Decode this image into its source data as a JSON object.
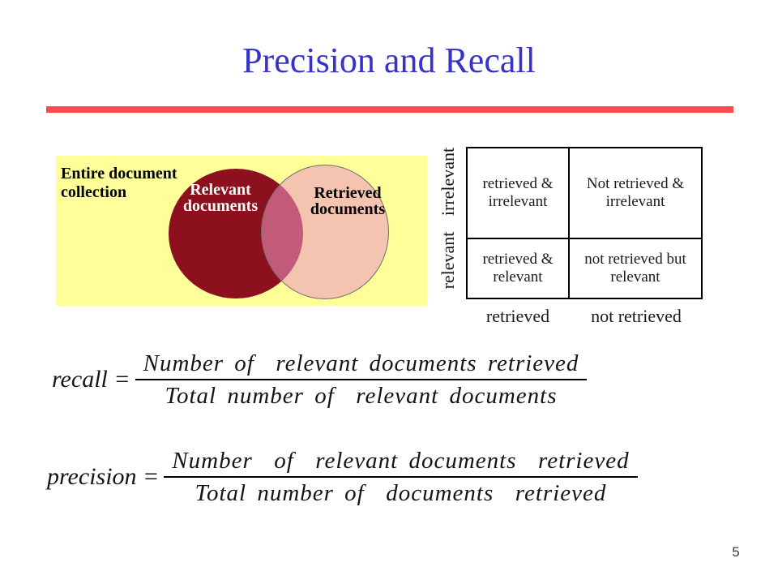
{
  "slide": {
    "title": "Precision and Recall",
    "page_number": "5"
  },
  "colors": {
    "title_text": "#3533CB",
    "title_rule": "#FB4B4D",
    "collection_background": "#FFFF99",
    "relevant_circle": "#8C101E",
    "retrieved_circle": "rgba(237,150,194,0.56)",
    "overlap_observed": "#C2617A"
  },
  "venn": {
    "collection_label": "Entire document\ncollection",
    "relevant_label": "Relevant\ndocuments",
    "retrieved_label": "Retrieved\ndocuments"
  },
  "matrix": {
    "cells": {
      "retrieved_irrelevant": "retrieved &\nirrelevant",
      "not_retrieved_irrelevant": "Not retrieved &\nirrelevant",
      "retrieved_relevant": "retrieved &\nrelevant",
      "not_retrieved_relevant": "not retrieved but\nrelevant"
    },
    "row_labels": {
      "top": "irrelevant",
      "bottom": "relevant"
    },
    "col_labels": {
      "left": "retrieved",
      "right": "not retrieved"
    }
  },
  "formulas": {
    "recall": {
      "label": "recall =",
      "numerator": "Number of  relevant documents retrieved",
      "denominator": "Total number of  relevant documents"
    },
    "precision": {
      "label": "precision =",
      "numerator": "Number  of  relevant documents  retrieved",
      "denominator": "Total number of  documents  retrieved"
    }
  }
}
